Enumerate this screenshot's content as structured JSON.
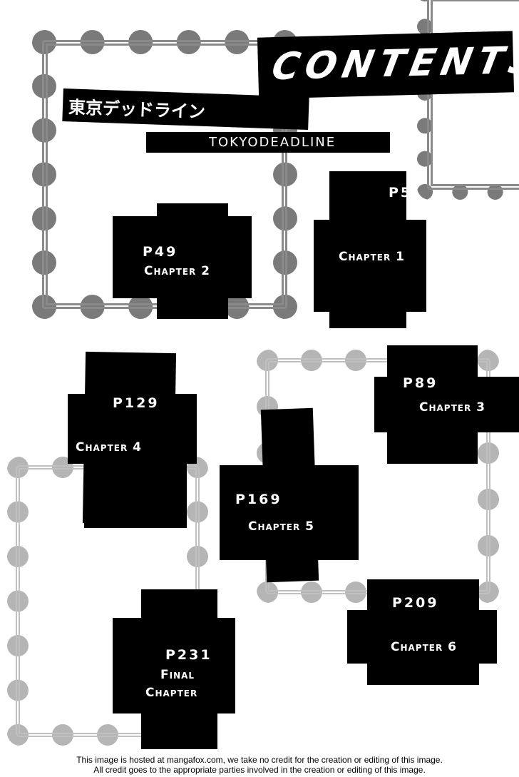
{
  "header": {
    "contents_title": "CONTENTS",
    "title_japanese": "東京デッドライン",
    "title_english": "TOKYODEADLINE"
  },
  "chapters": [
    {
      "page": "P5",
      "label": "Chapter 1"
    },
    {
      "page": "P49",
      "label": "Chapter 2"
    },
    {
      "page": "P89",
      "label": "Chapter 3"
    },
    {
      "page": "P129",
      "label": "Chapter 4"
    },
    {
      "page": "P169",
      "label": "Chapter 5"
    },
    {
      "page": "P209",
      "label": "Chapter 6"
    },
    {
      "page": "P231",
      "label_line1": "Final",
      "label_line2": "Chapter"
    }
  ],
  "footer": {
    "line1": "This image is hosted at mangafox.com, we take no credit for the creation or editing of this image.",
    "line2": "All credit goes to the appropriate parties involved in the creation or editing of this image."
  }
}
